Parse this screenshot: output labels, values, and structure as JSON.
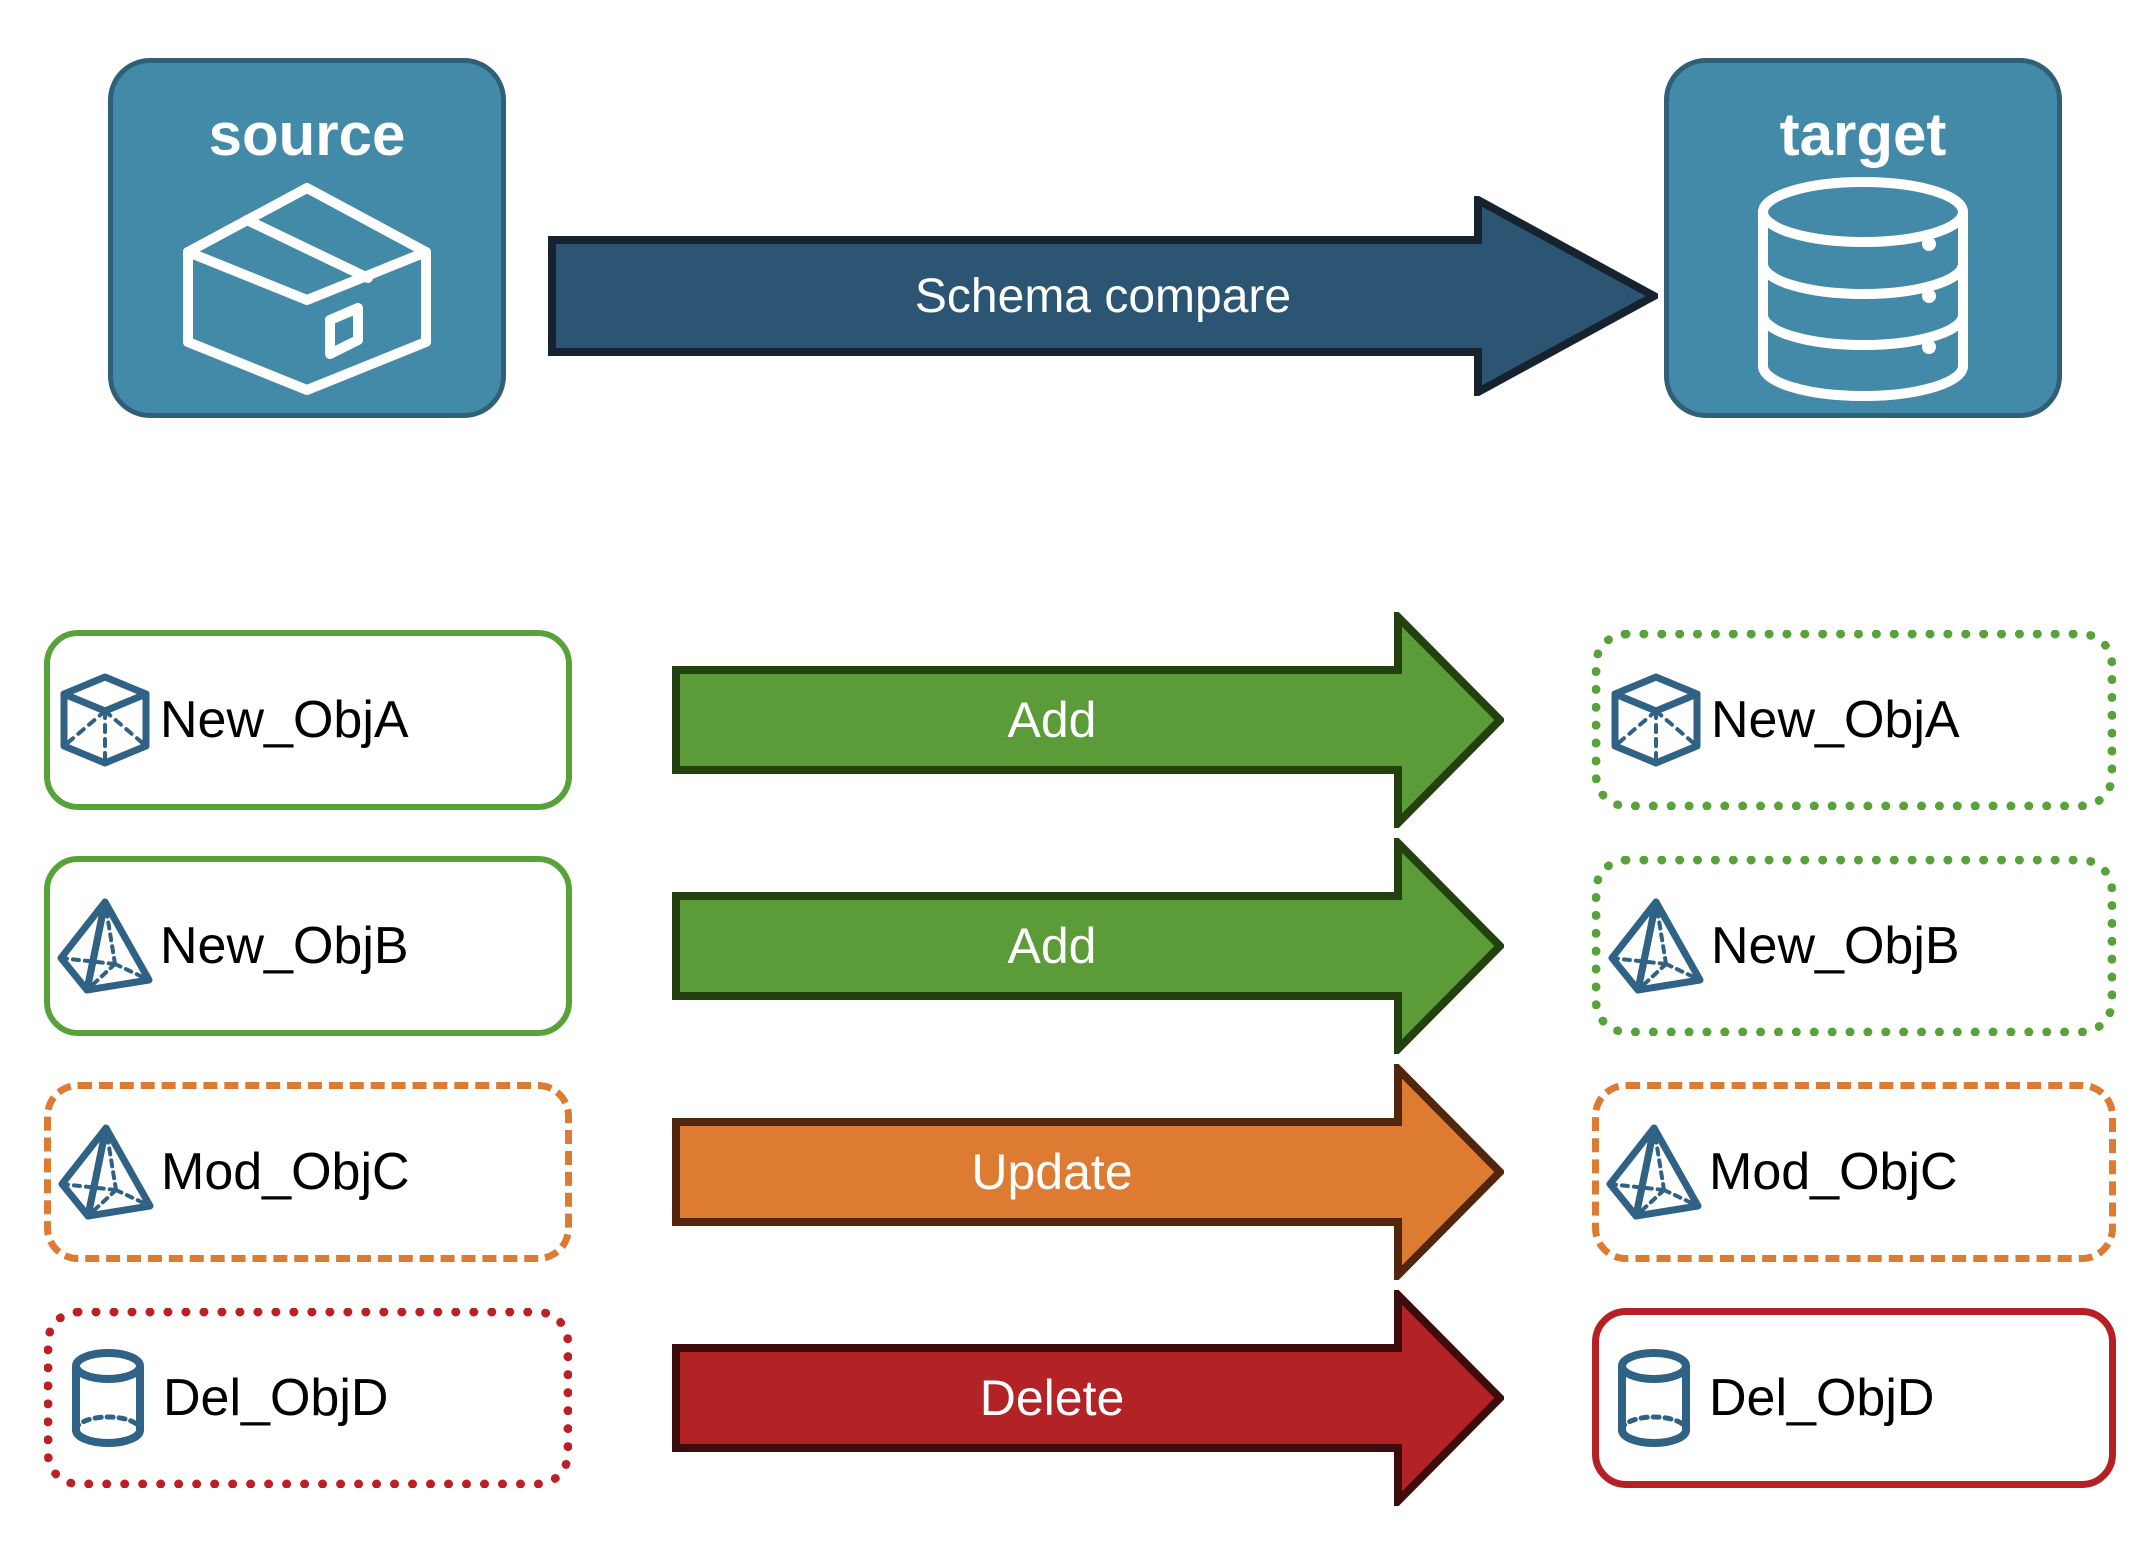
{
  "diagram": {
    "title_source": "source",
    "title_target": "target",
    "compare_arrow_label": "Schema compare"
  },
  "colors": {
    "endpoint_fill": "#4389a8",
    "endpoint_stroke": "#2f6077",
    "compare_fill": "#2b5573",
    "compare_stroke": "#16222e",
    "add_fill": "#5b9c38",
    "add_stroke": "#23400f",
    "update_fill": "#dd7b33",
    "update_stroke": "#51260c",
    "delete_fill": "#b32224",
    "delete_stroke": "#3d0c0c",
    "object_icon": "#2f6285",
    "border_green": "#57a33a",
    "border_orange": "#dd7b33",
    "border_red": "#ba2025",
    "label_text": "#000000",
    "arrow_text": "#ffffff"
  },
  "icons": {
    "source": "package-box-icon",
    "target": "database-cylinder-icon",
    "cube": "wireframe-cube-icon",
    "pyramid": "wireframe-pyramid-icon",
    "cylinder": "wireframe-cylinder-icon"
  },
  "rows": [
    {
      "action": "Add",
      "source_label": "New_ObjA",
      "target_label": "New_ObjA",
      "icon": "wireframe-cube-icon",
      "source_border": "solid-green",
      "target_border": "dotted-green",
      "arrow_color": "add"
    },
    {
      "action": "Add",
      "source_label": "New_ObjB",
      "target_label": "New_ObjB",
      "icon": "wireframe-pyramid-icon",
      "source_border": "solid-green",
      "target_border": "dotted-green",
      "arrow_color": "add"
    },
    {
      "action": "Update",
      "source_label": "Mod_ObjC",
      "target_label": "Mod_ObjC",
      "icon": "wireframe-pyramid-icon",
      "source_border": "dashed-orange",
      "target_border": "dashed-orange",
      "arrow_color": "update"
    },
    {
      "action": "Delete",
      "source_label": "Del_ObjD",
      "target_label": "Del_ObjD",
      "icon": "wireframe-cylinder-icon",
      "source_border": "dotted-red",
      "target_border": "solid-red",
      "arrow_color": "delete"
    }
  ]
}
